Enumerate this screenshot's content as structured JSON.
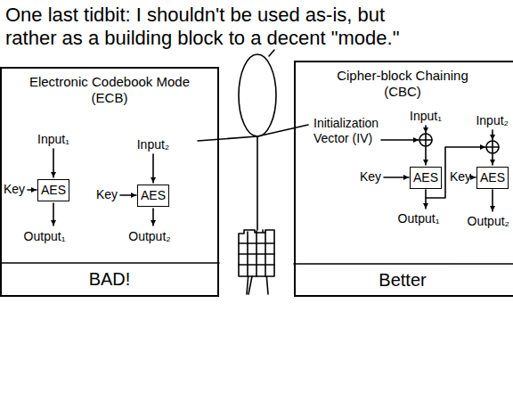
{
  "diagram": {
    "nodes": [
      {
        "text": [
          "Electronic Codebook Mode (ECB)",
          "BAD!"
        ]
      },
      {
        "text": [
          "AES"
        ],
        "in": 0
      },
      {
        "text": [
          "AES"
        ],
        "in": 0
      },
      {
        "text": [
          "Cipher-block Chaining (CBC)",
          "Better"
        ]
      },
      {
        "text": [
          "AES"
        ],
        "in": 3
      },
      {
        "text": [
          "AES"
        ],
        "in": 3
      }
    ],
    "labels": [
      "One last tidbit: I shouldn't be used as-is, but rather as a building block to a decent \"mode.\"",
      "Input₁",
      "Key",
      "Output₁",
      "Input₂",
      "Key",
      "Output₂",
      "Initialization Vector (IV)",
      "Input₁",
      "Key",
      "Output₁",
      "Input₂",
      "Key",
      "Output₂"
    ]
  }
}
